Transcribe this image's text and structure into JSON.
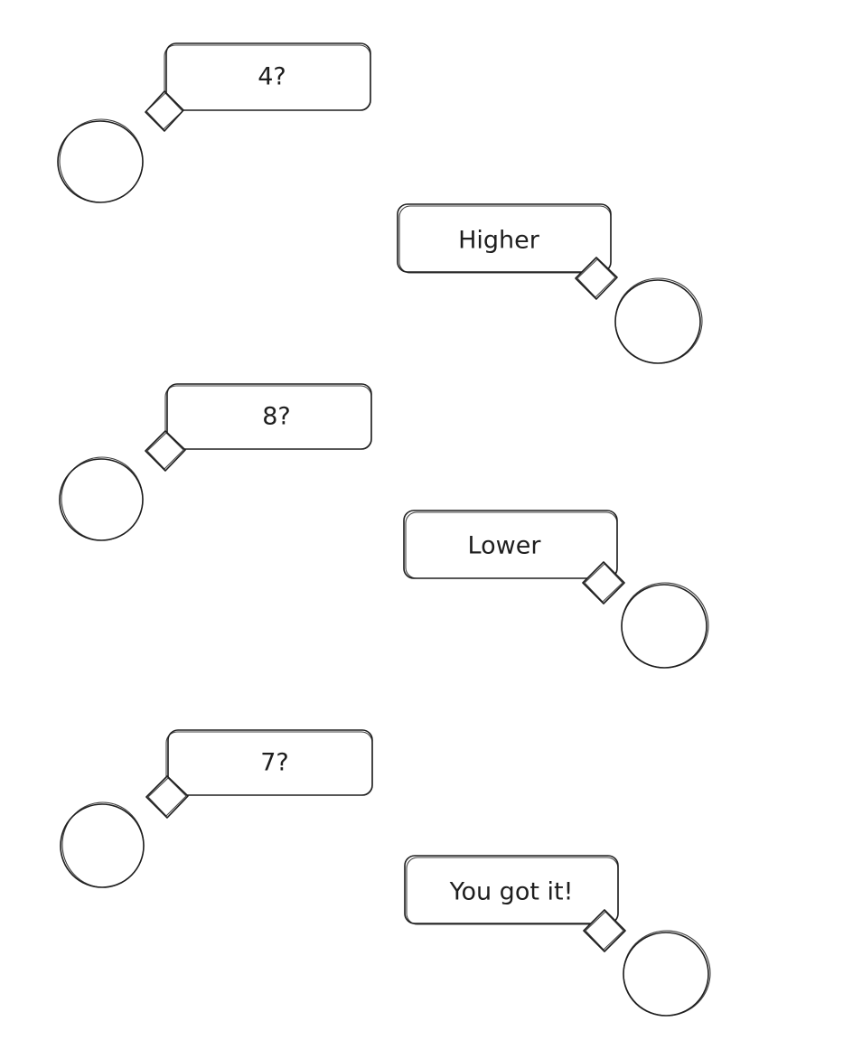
{
  "conversation": [
    {
      "speaker": "left",
      "text": "4?"
    },
    {
      "speaker": "right",
      "text": "Higher"
    },
    {
      "speaker": "left",
      "text": "8?"
    },
    {
      "speaker": "right",
      "text": "Lower"
    },
    {
      "speaker": "left",
      "text": "7?"
    },
    {
      "speaker": "right",
      "text": "You got it!"
    }
  ],
  "colors": {
    "stroke": "#1e1e1e",
    "background": "#ffffff"
  }
}
